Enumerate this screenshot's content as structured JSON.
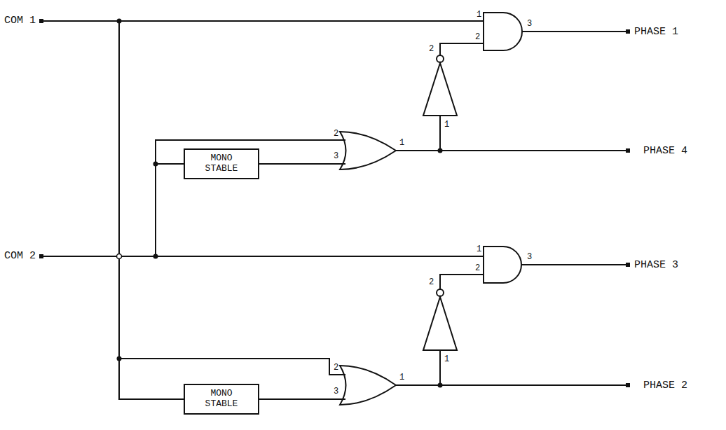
{
  "diagram": {
    "nodes": [
      {
        "text": [
          "MONO STABLE"
        ]
      },
      {
        "text": [
          "MONO STABLE"
        ]
      }
    ],
    "labels": [
      "COM 1",
      "1",
      "2",
      "3",
      "PHASE 1",
      "2",
      "1",
      "2",
      "3",
      "1",
      "PHASE 4",
      "COM 2",
      "1",
      "2",
      "3",
      "PHASE 3",
      "2",
      "1",
      "2",
      "3",
      "1",
      "PHASE 2"
    ]
  }
}
